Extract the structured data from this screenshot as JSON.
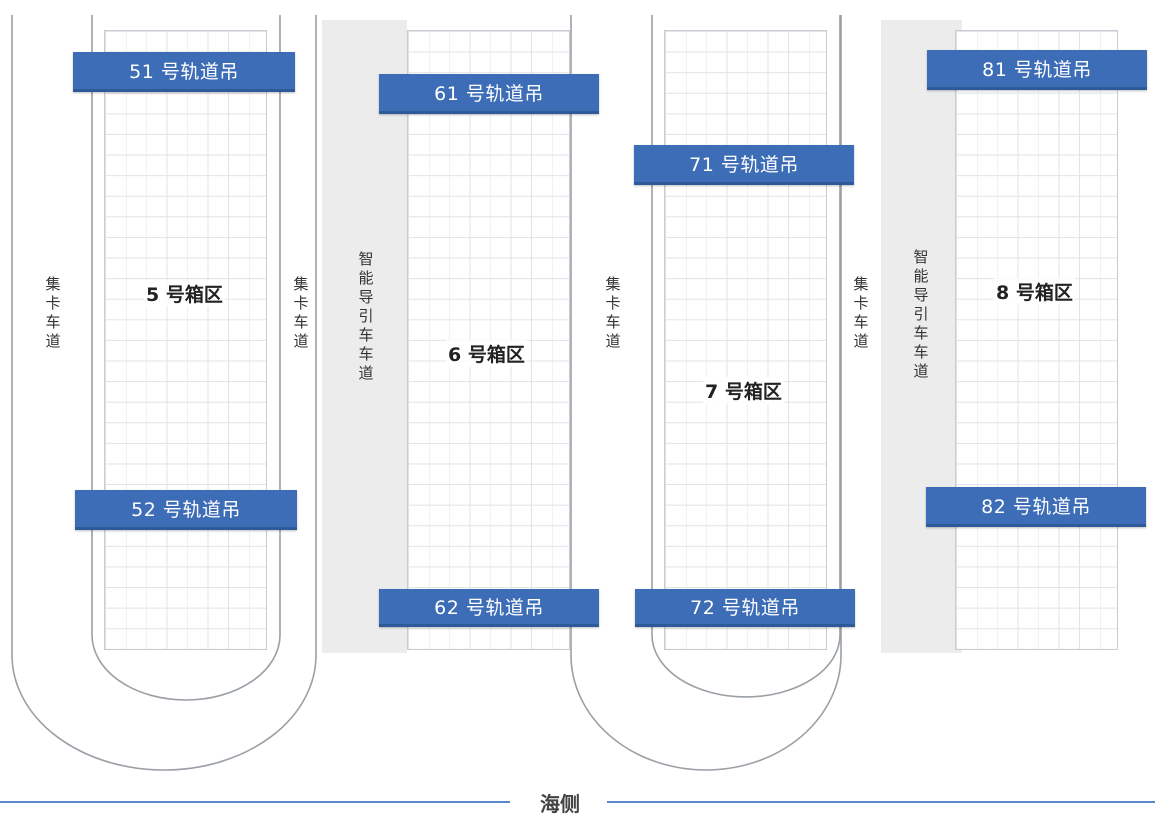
{
  "cranes": {
    "c51": "51 号轨道吊",
    "c52": "52 号轨道吊",
    "c61": "61 号轨道吊",
    "c62": "62 号轨道吊",
    "c71": "71 号轨道吊",
    "c72": "72 号轨道吊",
    "c81": "81 号轨道吊",
    "c82": "82 号轨道吊"
  },
  "zones": {
    "z5": "5 号箱区",
    "z6": "6 号箱区",
    "z7": "7 号箱区",
    "z8": "8 号箱区"
  },
  "lanes": {
    "truck_lane": "集卡车道",
    "agv_lane": "智能导引车车道"
  },
  "sea_side": "海侧",
  "colors": {
    "crane_fill": "#3d6db6",
    "lane_line": "#9aa0a6",
    "sea_line": "#5b86c7",
    "agv_lane_fill": "#ececec"
  }
}
